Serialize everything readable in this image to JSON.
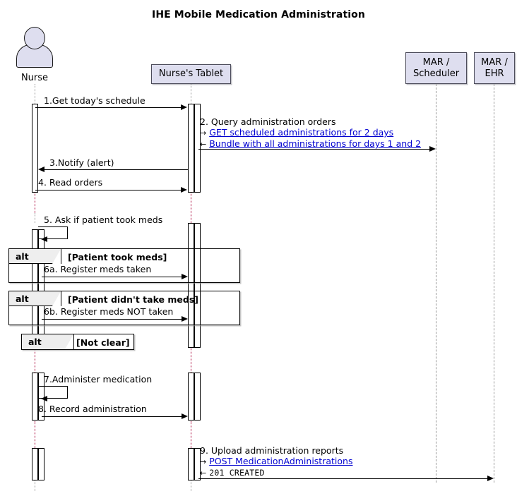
{
  "title": "IHE Mobile Medication Administration",
  "colors": {
    "participant_fill": "#DEDEEF",
    "participant_border": "#4C4C5A",
    "link": "#0000D0",
    "lifeline_dead": "#A80036",
    "frame_header_fill": "#EEEEEE"
  },
  "actors": [
    {
      "name": "actor-nurse",
      "label": "Nurse",
      "type": "stick-person"
    }
  ],
  "participants": [
    {
      "name": "participant-nurses-tablet",
      "label": "Nurse's Tablet"
    },
    {
      "name": "participant-mar-scheduler",
      "label": "MAR /\nScheduler"
    },
    {
      "name": "participant-mar-ehr",
      "label": "MAR /\nEHR"
    }
  ],
  "messages": [
    {
      "num": "1",
      "label": "1.Get today's schedule",
      "from": "Nurse",
      "to": "Nurse's Tablet",
      "dir": "right"
    },
    {
      "num": "2",
      "label": "2. Query administration orders",
      "link_out": "GET scheduled administrations for 2 days",
      "link_in": "Bundle with all administrations for days 1 and 2",
      "from": "Nurse's Tablet",
      "to": "MAR / Scheduler",
      "dir": "right"
    },
    {
      "num": "3",
      "label": "3.Notify (alert)",
      "from": "Nurse's Tablet",
      "to": "Nurse",
      "dir": "left"
    },
    {
      "num": "4",
      "label": "4. Read orders",
      "from": "Nurse",
      "to": "Nurse's Tablet",
      "dir": "right"
    },
    {
      "num": "5",
      "label": "5. Ask if patient took meds",
      "from": "Nurse",
      "to": "Nurse",
      "dir": "self"
    },
    {
      "num": "6a",
      "label": "6a. Register meds taken",
      "from": "Nurse",
      "to": "Nurse's Tablet",
      "dir": "right"
    },
    {
      "num": "6b",
      "label": "6b. Register meds NOT taken",
      "from": "Nurse",
      "to": "Nurse's Tablet",
      "dir": "right"
    },
    {
      "num": "7",
      "label": "7.Administer medication",
      "from": "Nurse",
      "to": "Nurse",
      "dir": "self"
    },
    {
      "num": "8",
      "label": "8. Record administration",
      "from": "Nurse",
      "to": "Nurse's Tablet",
      "dir": "right"
    },
    {
      "num": "9",
      "label": "9. Upload administration reports",
      "link_out": "POST MedicationAdministrations",
      "response": "201  CREATED",
      "from": "Nurse's Tablet",
      "to": "MAR / EHR",
      "dir": "right"
    }
  ],
  "fragments": [
    {
      "keyword": "alt",
      "condition": "[Patient took meds]"
    },
    {
      "keyword": "alt",
      "condition": "[Patient didn't take meds]"
    },
    {
      "keyword": "alt",
      "condition": "[Not clear]"
    }
  ],
  "glyphs": {
    "arrow_out": "→",
    "arrow_in": "←"
  }
}
